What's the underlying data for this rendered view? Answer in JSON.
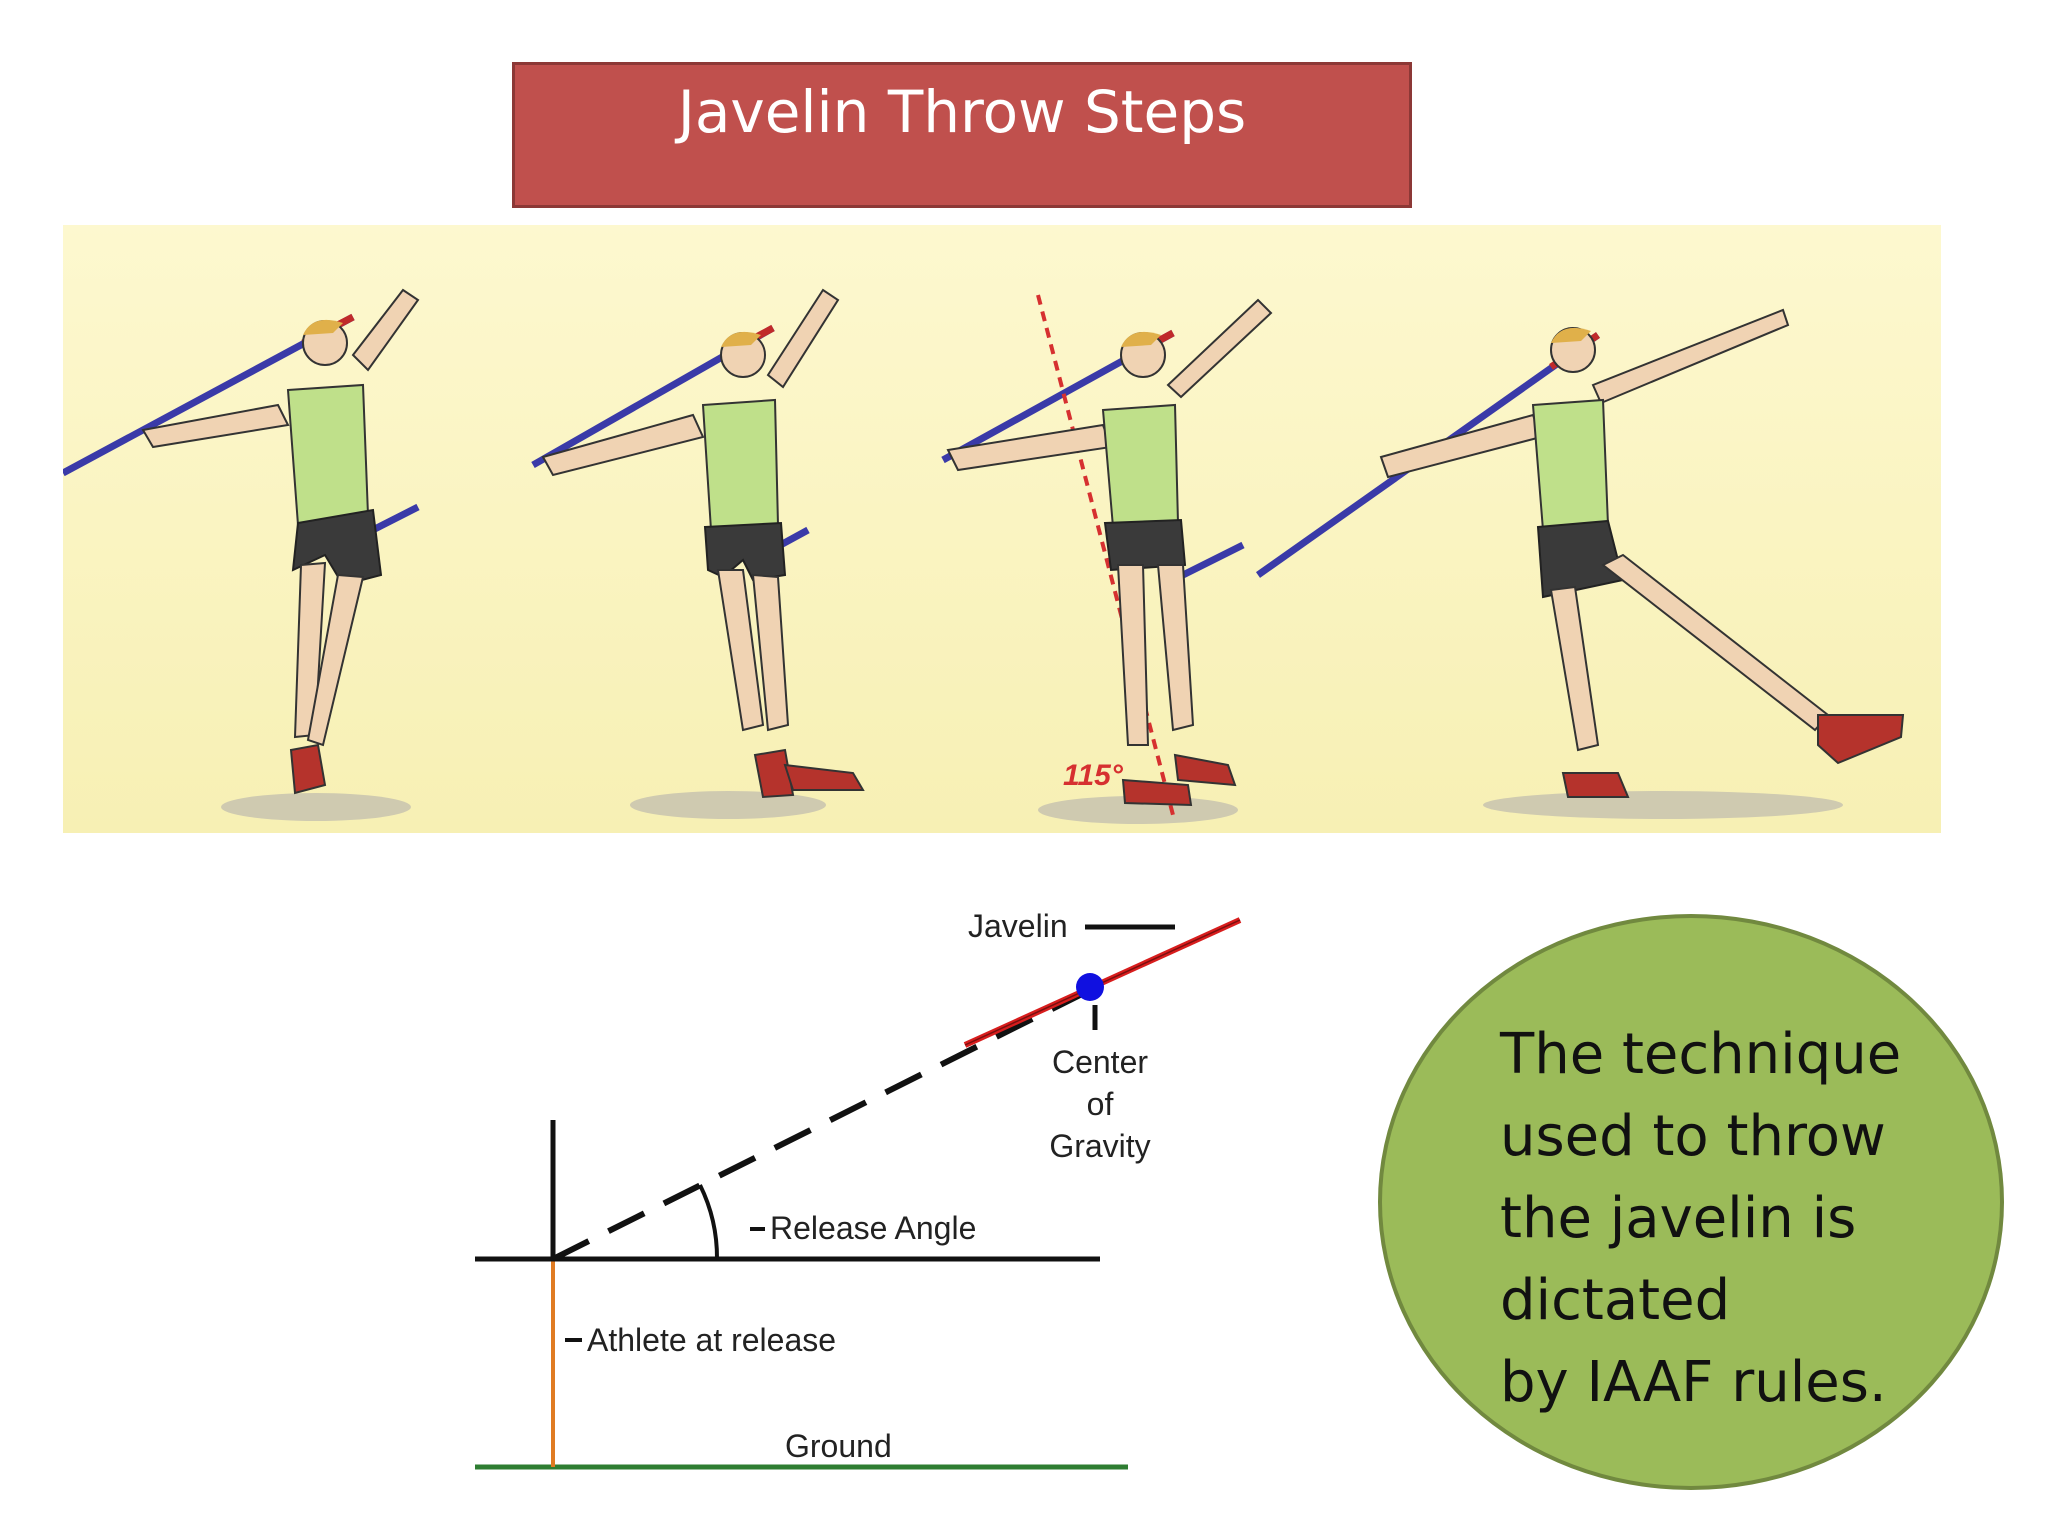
{
  "title": "Javelin Throw Steps",
  "illustration": {
    "angle_label": "115°",
    "background_color": "#fbf6c4",
    "javelin_color": "#3a3aa8",
    "shirt_color": "#bfe08a",
    "shoe_color": "#b5332c"
  },
  "release_diagram": {
    "labels": {
      "javelin": "Javelin",
      "center": "Center",
      "of": "of",
      "gravity": "Gravity",
      "release_angle": "Release Angle",
      "athlete": "Athlete at release",
      "ground": "Ground"
    },
    "colors": {
      "ground_line": "#2e7d32",
      "athlete_line": "#e07b22",
      "center_of_gravity": "#1010e0",
      "javelin": "#d81d1d"
    }
  },
  "info": {
    "lines": [
      "The technique",
      "used to throw",
      "the javelin is",
      "dictated",
      "by IAAF rules."
    ],
    "circle_color": "#9bbb59"
  }
}
